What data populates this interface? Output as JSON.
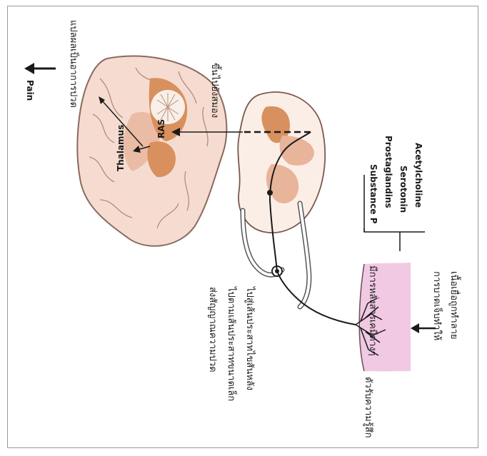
{
  "labels": {
    "pain": "Pain",
    "perception": "แปลผลเป็นอาการปวด",
    "ascend": "ขึ้นไปยังสมอง",
    "thalamus": "Thalamus",
    "ras": "RAS",
    "chemicals": [
      "Substance P",
      "Prostaglandins",
      "Serotonin",
      "Acetylcholine"
    ],
    "transmit": [
      "ส่งสัญญาณความปวด",
      "ไปตามเส้นประสาทขนาดเล็ก",
      "ไปสู่เส้นประสาทไขสันหลัง"
    ],
    "release": "มีการหลั่งสารเคมีต่างๆ",
    "injury": [
      "การบาดเจ็บทำให้",
      "เนื้อเยื่อถูกทำลาย"
    ],
    "receptor": "ตัวรับความรู้สึก"
  },
  "colors": {
    "brain": "#f6dcd0",
    "brain_stroke": "#8a6a5e",
    "orange": "#d9905f",
    "tissue": "#f1c9e3",
    "cord": "#fbeee6"
  }
}
